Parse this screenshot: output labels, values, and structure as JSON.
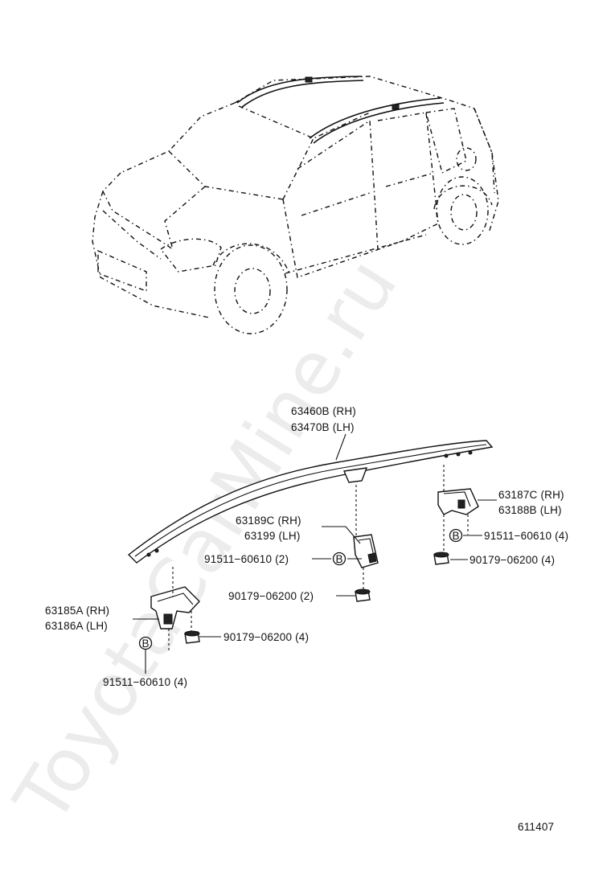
{
  "watermark": "ToyotaCarMine.ru",
  "diagram_id": "611407",
  "symbol_b": "B",
  "labels": {
    "rail_rh": "63460B (RH)",
    "rail_lh": "63470B (LH)",
    "center_support_rh": "63189C (RH)",
    "center_support_lh": "63199 (LH)",
    "rear_support_rh": "63187C (RH)",
    "rear_support_lh": "63188B (LH)",
    "front_support_rh": "63185A (RH)",
    "front_support_lh": "63186A (LH)",
    "screw_center": "91511−60610 (2)",
    "nut_center": "90179−06200 (2)",
    "screw_rear": "91511−60610 (4)",
    "nut_rear": "90179−06200 (4)",
    "screw_front": "91511−60610 (4)",
    "nut_front": "90179−06200 (4)"
  }
}
